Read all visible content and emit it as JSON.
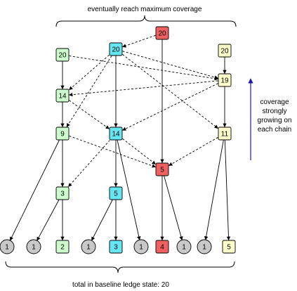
{
  "top_label": "eventually reach maximum coverage",
  "bottom_label": "total in baseline ledge state: 20",
  "side_label": [
    "coverage",
    "strongly",
    "growing on",
    "each chain"
  ],
  "colors": {
    "green": "#ccffcc",
    "cyan": "#66e6f2",
    "red": "#f06060",
    "yellow": "#ffffcc",
    "gray": "#c8c8c8",
    "stroke": "#000000",
    "arrow_blue": "#1a1aa6"
  },
  "nodes": [
    {
      "id": "r0",
      "label": "20",
      "fill": "red"
    },
    {
      "id": "c0",
      "label": "20",
      "fill": "cyan"
    },
    {
      "id": "g0",
      "label": "20",
      "fill": "green"
    },
    {
      "id": "y0",
      "label": "20",
      "fill": "yellow"
    },
    {
      "id": "g1",
      "label": "14",
      "fill": "green"
    },
    {
      "id": "y1",
      "label": "19",
      "fill": "yellow"
    },
    {
      "id": "g2",
      "label": "9",
      "fill": "green"
    },
    {
      "id": "c1",
      "label": "14",
      "fill": "cyan"
    },
    {
      "id": "y2",
      "label": "11",
      "fill": "yellow"
    },
    {
      "id": "r1",
      "label": "5",
      "fill": "red"
    },
    {
      "id": "g3",
      "label": "3",
      "fill": "green"
    },
    {
      "id": "c2",
      "label": "5",
      "fill": "cyan"
    },
    {
      "id": "b1",
      "label": "1",
      "fill": "gray"
    },
    {
      "id": "b2",
      "label": "1",
      "fill": "gray"
    },
    {
      "id": "b3",
      "label": "2",
      "fill": "green"
    },
    {
      "id": "b4",
      "label": "1",
      "fill": "gray"
    },
    {
      "id": "b5",
      "label": "3",
      "fill": "cyan"
    },
    {
      "id": "b6",
      "label": "1",
      "fill": "gray"
    },
    {
      "id": "b7",
      "label": "4",
      "fill": "red"
    },
    {
      "id": "b8",
      "label": "1",
      "fill": "gray"
    },
    {
      "id": "b9",
      "label": "1",
      "fill": "gray"
    },
    {
      "id": "b10",
      "label": "5",
      "fill": "yellow"
    }
  ],
  "edges": [
    {
      "from": "r0",
      "to": "r1",
      "style": "solid"
    },
    {
      "from": "g0",
      "to": "g1",
      "style": "solid"
    },
    {
      "from": "g1",
      "to": "g2",
      "style": "solid"
    },
    {
      "from": "g2",
      "to": "g3",
      "style": "solid"
    },
    {
      "from": "g3",
      "to": "b3",
      "style": "solid"
    },
    {
      "from": "g3",
      "to": "b2",
      "style": "solid"
    },
    {
      "from": "g2",
      "to": "b1",
      "style": "solid"
    },
    {
      "from": "c0",
      "to": "c1",
      "style": "solid"
    },
    {
      "from": "c1",
      "to": "c2",
      "style": "solid"
    },
    {
      "from": "c2",
      "to": "b5",
      "style": "solid"
    },
    {
      "from": "c2",
      "to": "b4",
      "style": "solid"
    },
    {
      "from": "c1",
      "to": "b6",
      "style": "solid"
    },
    {
      "from": "r1",
      "to": "b7",
      "style": "solid"
    },
    {
      "from": "r1",
      "to": "b8",
      "style": "solid"
    },
    {
      "from": "y0",
      "to": "y1",
      "style": "solid"
    },
    {
      "from": "y1",
      "to": "y2",
      "style": "solid"
    },
    {
      "from": "y2",
      "to": "b10",
      "style": "solid"
    },
    {
      "from": "y2",
      "to": "b9",
      "style": "solid"
    },
    {
      "from": "r0",
      "to": "c0",
      "style": "dashed"
    },
    {
      "from": "g0",
      "to": "y1",
      "style": "dashed"
    },
    {
      "from": "c0",
      "to": "g1",
      "style": "dashed"
    },
    {
      "from": "c0",
      "to": "y1",
      "style": "dashed"
    },
    {
      "from": "c0",
      "to": "y2",
      "style": "dashed"
    },
    {
      "from": "y1",
      "to": "g1",
      "style": "dashed"
    },
    {
      "from": "y1",
      "to": "c1",
      "style": "dashed"
    },
    {
      "from": "g1",
      "to": "c1",
      "style": "dashed"
    },
    {
      "from": "g2",
      "to": "r1",
      "style": "dashed"
    },
    {
      "from": "c0",
      "to": "g2",
      "style": "dashed"
    },
    {
      "from": "c1",
      "to": "r1",
      "style": "dashed"
    },
    {
      "from": "y2",
      "to": "r1",
      "style": "dashed"
    },
    {
      "from": "c1",
      "to": "g3",
      "style": "dashed"
    }
  ]
}
